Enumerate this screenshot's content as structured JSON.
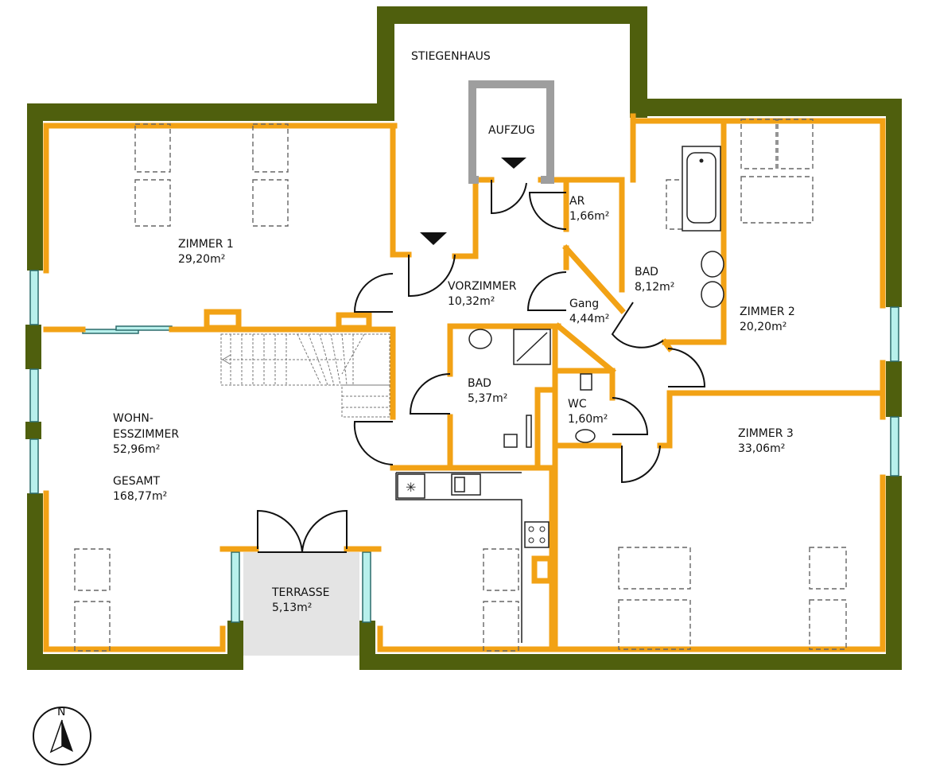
{
  "colors": {
    "outer_wall": "#4f5f0d",
    "inner_wall": "#f2a215",
    "window": "#b8f0ec",
    "elevator_wall": "#9e9e9e",
    "terrace": "#e4e4e4"
  },
  "rooms": {
    "stiegenhaus": {
      "name": "STIEGENHAUS"
    },
    "aufzug": {
      "name": "AUFZUG"
    },
    "ar": {
      "name": "AR",
      "area": "1,66m²"
    },
    "zimmer1": {
      "name": "ZIMMER 1",
      "area": "29,20m²"
    },
    "vorzimmer": {
      "name": "VORZIMMER",
      "area": "10,32m²"
    },
    "gang": {
      "name": "Gang",
      "area": "4,44m²"
    },
    "bad_large": {
      "name": "BAD",
      "area": "8,12m²"
    },
    "zimmer2": {
      "name": "ZIMMER 2",
      "area": "20,20m²"
    },
    "bad_small": {
      "name": "BAD",
      "area": "5,37m²"
    },
    "wc": {
      "name": "WC",
      "area": "1,60m²"
    },
    "zimmer3": {
      "name": "ZIMMER 3",
      "area": "33,06m²"
    },
    "wohn": {
      "name_line1": "WOHN-",
      "name_line2": "ESSZIMMER",
      "area": "52,96m²"
    },
    "gesamt": {
      "name": "GESAMT",
      "area": "168,77m²"
    },
    "terrasse": {
      "name": "TERRASSE",
      "area": "5,13m²"
    }
  },
  "compass": {
    "north_label": "N",
    "icon": "north-arrow-icon"
  }
}
